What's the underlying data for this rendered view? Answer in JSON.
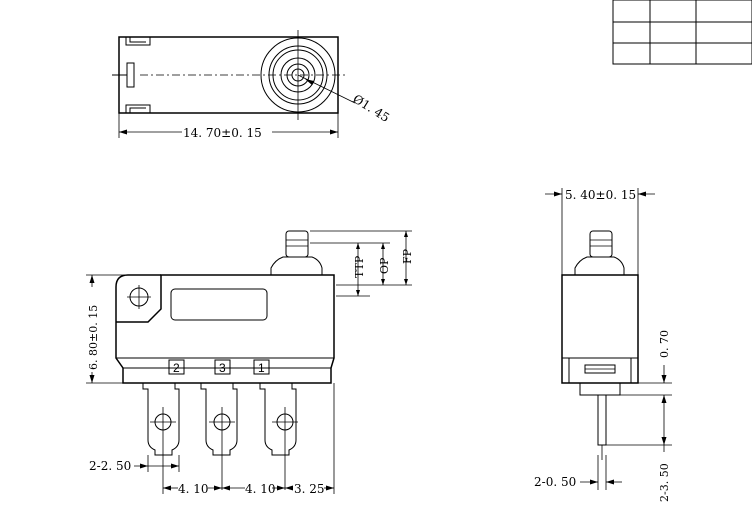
{
  "dimensions": {
    "top_width": "14. 70±0. 15",
    "diameter": "Ø1. 45",
    "height": "6. 80±0. 15",
    "ttp": "TTP",
    "op": "OP",
    "fp": "FP",
    "pin_width": "2-2. 50",
    "pitch_1": "4. 10",
    "pitch_2": "4. 10",
    "offset": "3. 25",
    "side_width": "5. 40±0. 15",
    "side_offset": "0. 70",
    "pin_thickness": "2-0. 50",
    "pin_length": "2-3. 50"
  },
  "pin_labels": [
    "2",
    "3",
    "1"
  ]
}
